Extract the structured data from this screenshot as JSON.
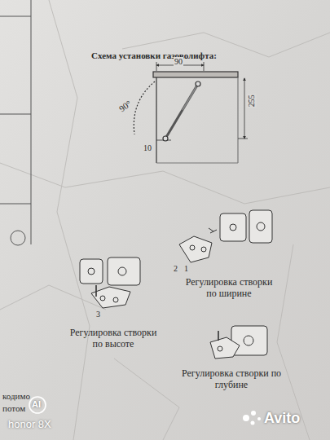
{
  "diagram": {
    "title": "Схема установки газоволифта:",
    "labels": [
      "90",
      "90°",
      "255",
      "10",
      "2",
      "1",
      "Регулировка створки по ширине",
      "3",
      "Регулировка створки по высоте",
      "Регулировка створки по глубине",
      "кодимо",
      "потом",
      "AI",
      "honor 8X",
      "Avito"
    ]
  }
}
